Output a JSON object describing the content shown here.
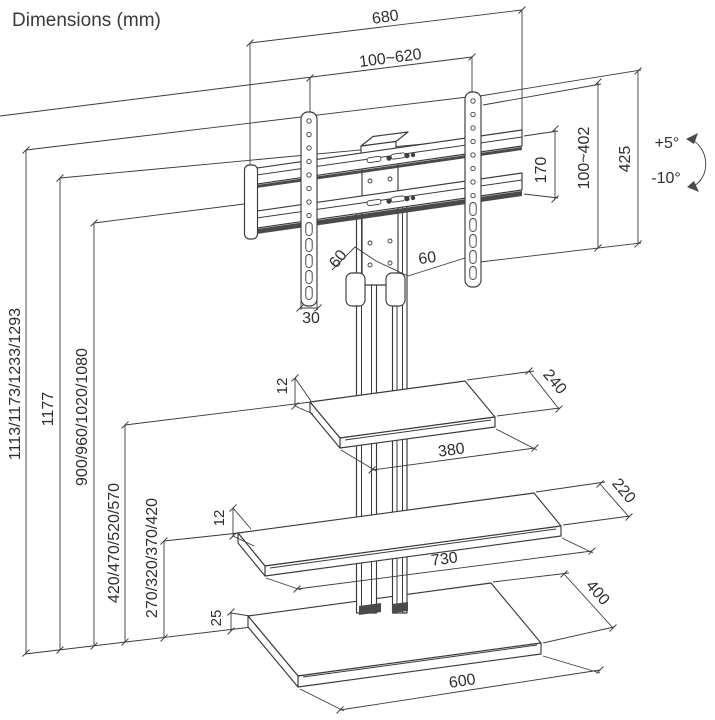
{
  "title": "Dimensions (mm)",
  "labels": {
    "rail_width": "680",
    "vesa_horizontal_range": "100~620",
    "rail_gap": "170",
    "vesa_vertical_range": "100~402",
    "bracket_height": "425",
    "tilt_up": "+5°",
    "tilt_down": "-10°",
    "strip_width": "30",
    "column_depth": "60",
    "column_width": "60",
    "total_height_options": "1113/1173/1233/1293",
    "max_height": "1177",
    "tv_center_height_options": "900/960/1020/1080",
    "shelf1_height_options": "420/470/520/570",
    "shelf2_height_options": "270/320/370/420",
    "shelf1_thickness": "12",
    "shelf1_width": "380",
    "shelf1_depth": "240",
    "shelf2_thickness": "12",
    "shelf2_width": "730",
    "shelf2_depth": "220",
    "base_thickness": "25",
    "base_width": "600",
    "base_depth": "400"
  }
}
